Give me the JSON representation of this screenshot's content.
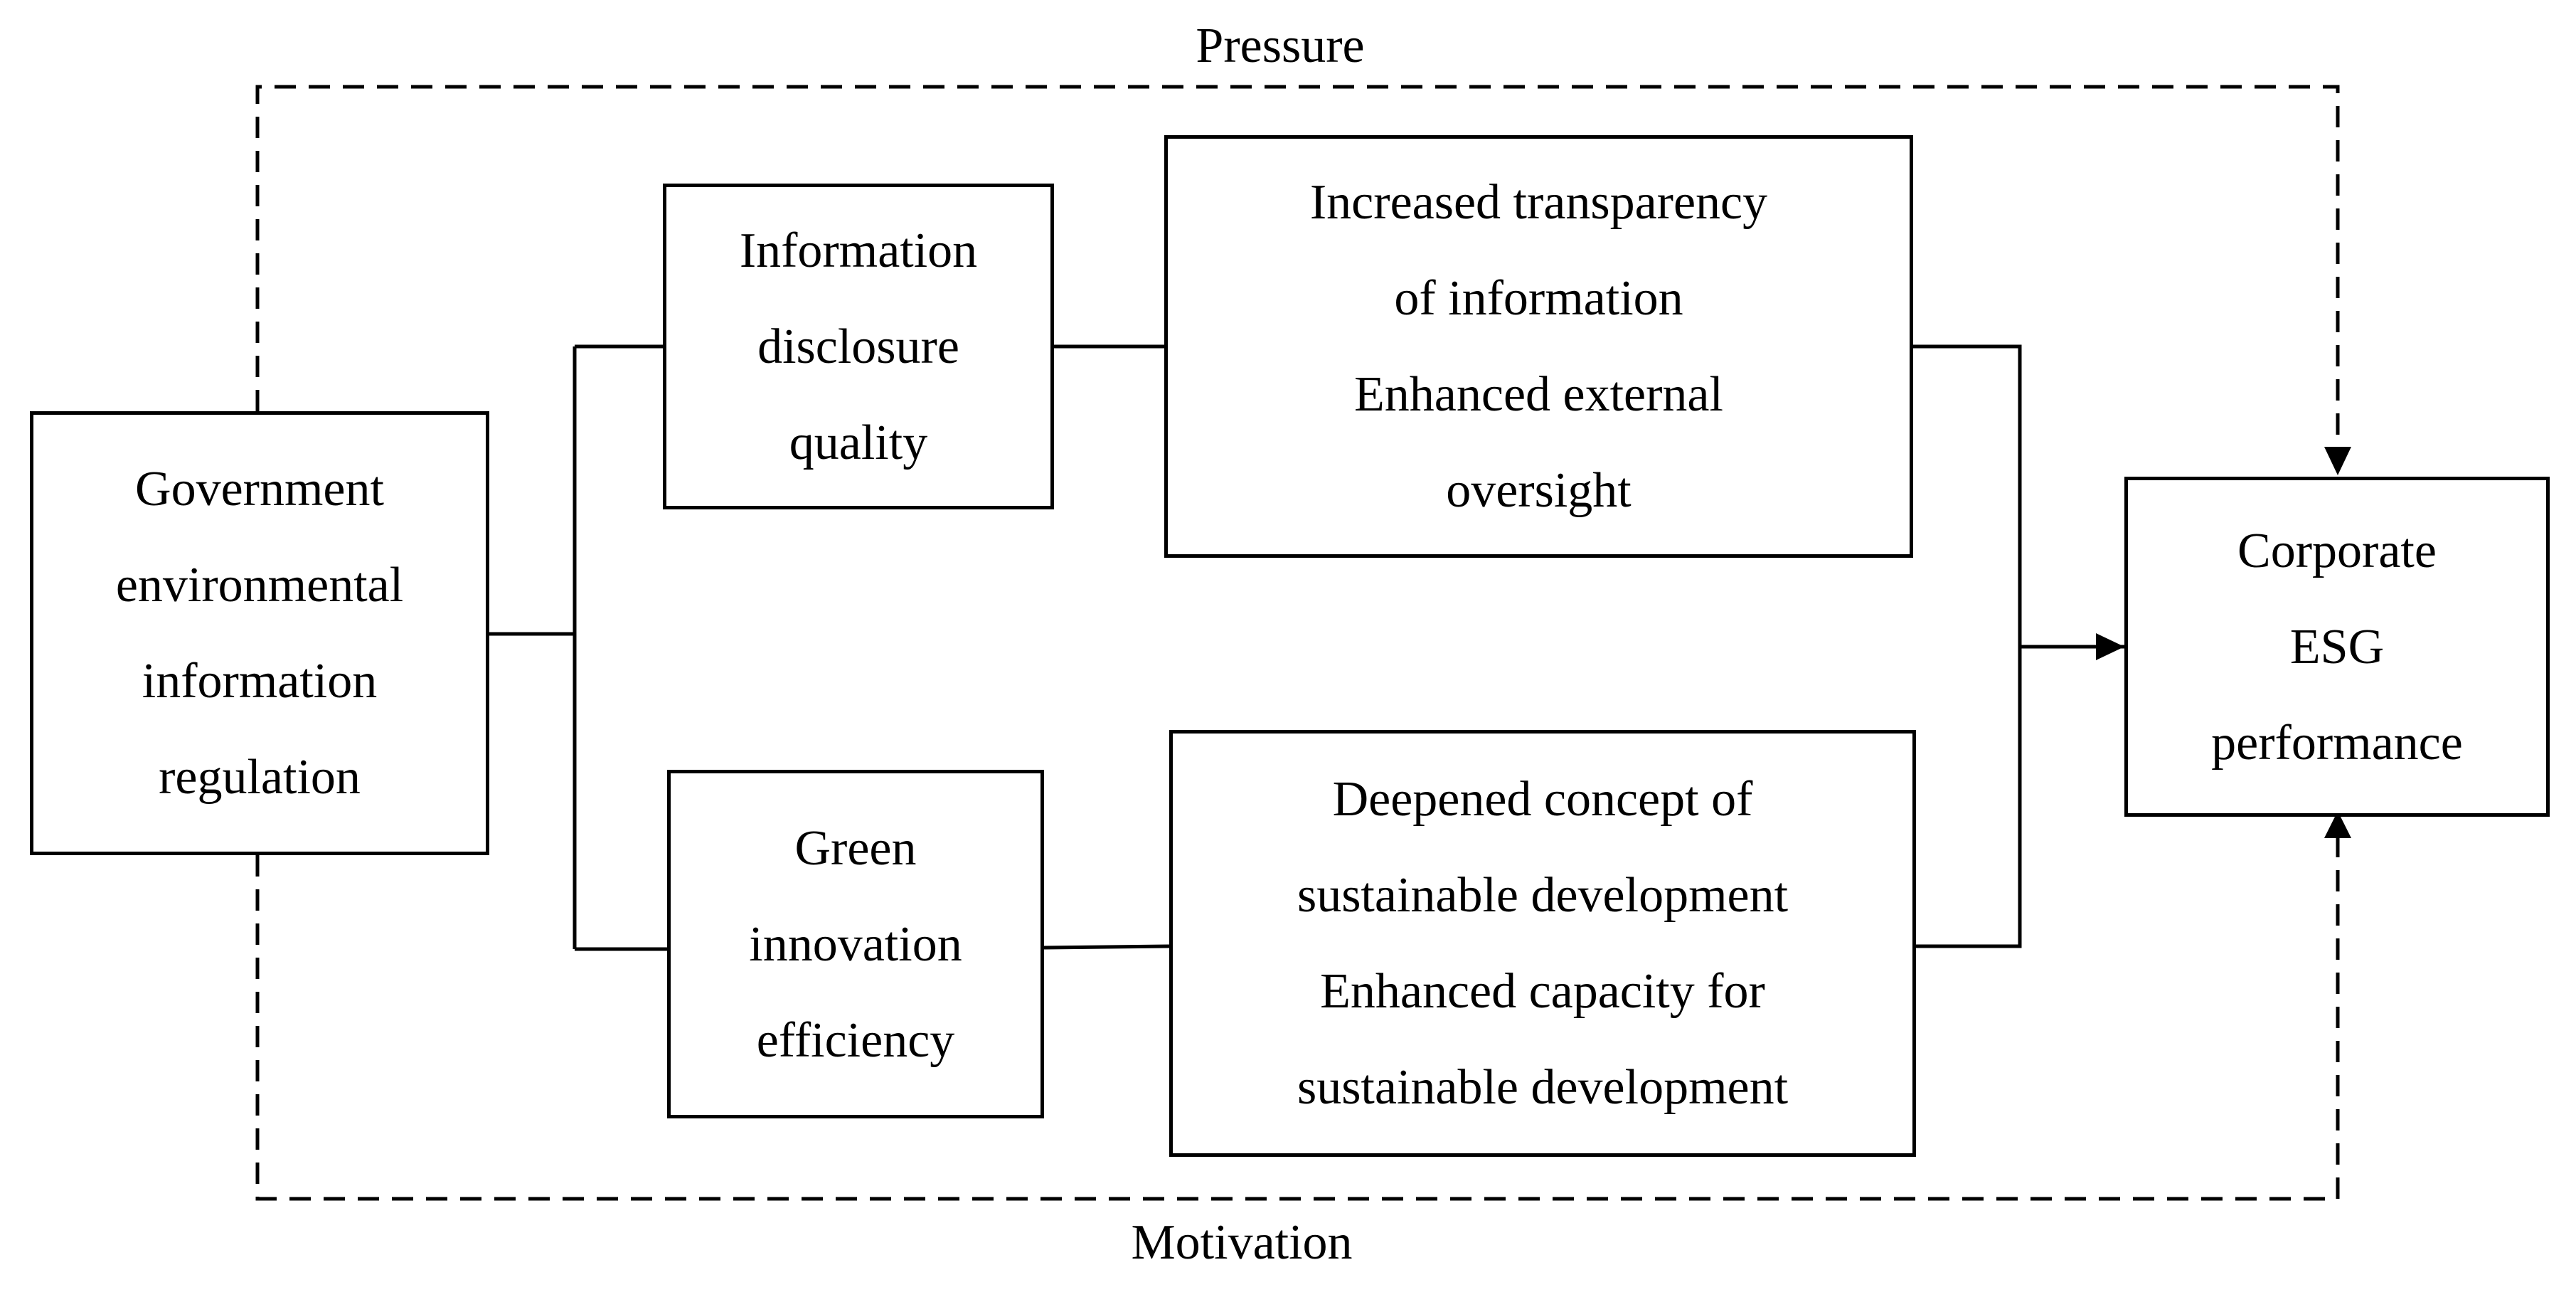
{
  "diagram": {
    "labels": {
      "pressure": "Pressure",
      "motivation": "Motivation"
    },
    "nodes": {
      "regulation": [
        "Government",
        "environmental",
        "information",
        "regulation"
      ],
      "disclosure": [
        "Information",
        "disclosure",
        "quality"
      ],
      "innovation": [
        "Green",
        "innovation",
        "efficiency"
      ],
      "transparency": [
        "Increased transparency",
        "of information",
        "Enhanced external",
        "oversight"
      ],
      "sustainability": [
        "Deepened concept of",
        "sustainable development",
        "Enhanced capacity for",
        "sustainable development"
      ],
      "esg": [
        "Corporate",
        "ESG",
        "performance"
      ]
    }
  }
}
